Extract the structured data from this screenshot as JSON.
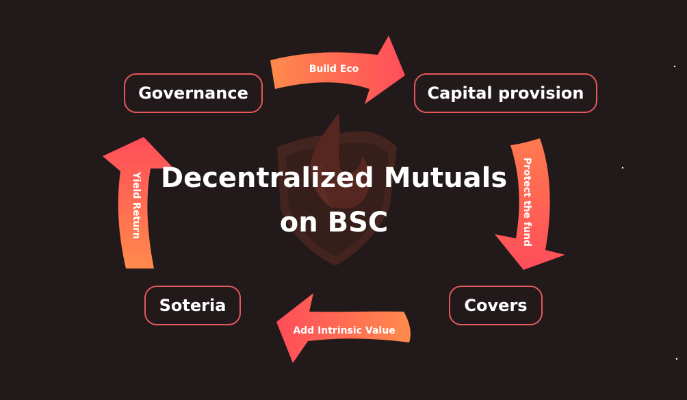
{
  "diagram": {
    "title_line_1": "Decentralized Mutuals",
    "title_line_2": "on BSC",
    "nodes": {
      "governance": "Governance",
      "capital_provision": "Capital provision",
      "covers": "Covers",
      "soteria": "Soteria"
    },
    "arrows": {
      "build_eco": "Build Eco",
      "protect_the_fund": "Protect the fund",
      "add_intrinsic_value": "Add Intrinsic Value",
      "yield_return": "Yield Return"
    }
  },
  "colors": {
    "background": "#221a1a",
    "node_border": "#e8595c",
    "arrow_start": "#ff8a4c",
    "arrow_end": "#ff4d5a",
    "logo": "#5e2a22"
  },
  "icons": {
    "center_logo": "flame-shield-icon"
  }
}
